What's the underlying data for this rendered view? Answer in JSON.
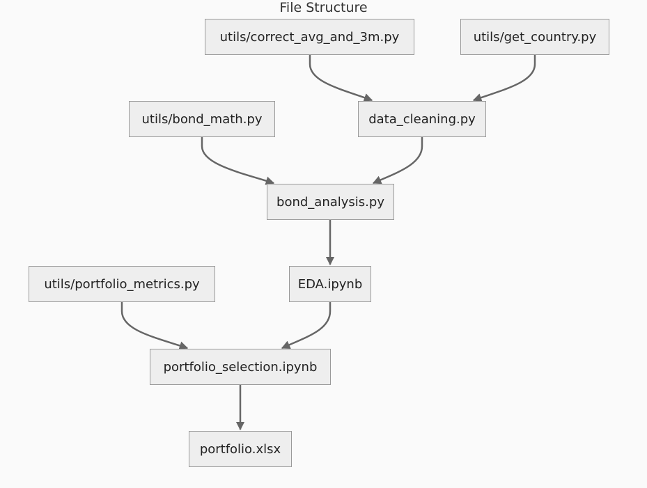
{
  "diagram": {
    "title": "File Structure",
    "nodes": {
      "correct_avg": "utils/correct_avg_and_3m.py",
      "get_country": "utils/get_country.py",
      "bond_math": "utils/bond_math.py",
      "data_cleaning": "data_cleaning.py",
      "bond_analysis": "bond_analysis.py",
      "portfolio_metrics": "utils/portfolio_metrics.py",
      "eda": "EDA.ipynb",
      "portfolio_selection": "portfolio_selection.ipynb",
      "portfolio_xlsx": "portfolio.xlsx"
    },
    "edges": [
      [
        "correct_avg",
        "data_cleaning"
      ],
      [
        "get_country",
        "data_cleaning"
      ],
      [
        "bond_math",
        "bond_analysis"
      ],
      [
        "data_cleaning",
        "bond_analysis"
      ],
      [
        "bond_analysis",
        "eda"
      ],
      [
        "portfolio_metrics",
        "portfolio_selection"
      ],
      [
        "eda",
        "portfolio_selection"
      ],
      [
        "portfolio_selection",
        "portfolio_xlsx"
      ]
    ],
    "colors": {
      "node_fill": "#eeeeee",
      "node_border": "#999999",
      "edge": "#666666",
      "background": "#fafafa"
    }
  }
}
